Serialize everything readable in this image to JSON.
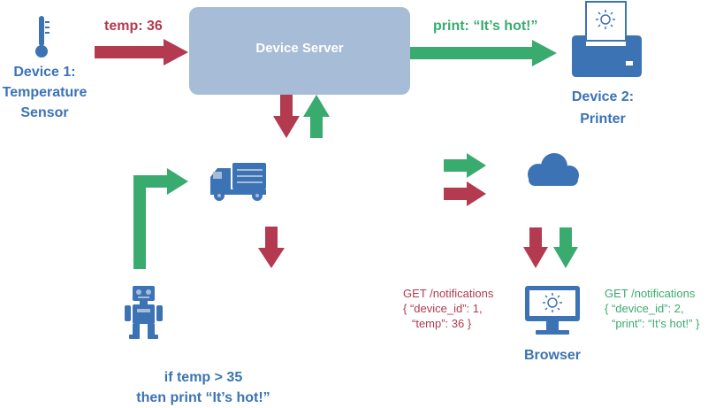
{
  "colors": {
    "red": "#b33a4f",
    "green": "#3aab6e",
    "blue": "#3b73b5",
    "box": "#a7bcd6"
  },
  "device1": {
    "icon": "thermometer-icon",
    "label_line1": "Device 1:",
    "label_line2": "Temperature",
    "label_line3": "Sensor"
  },
  "device_server": {
    "title": "Device Server"
  },
  "edge_temp": "temp: 36",
  "edge_print": "print: “It’s hot!”",
  "device2": {
    "icon": "printer-icon",
    "label_line1": "Device 2:",
    "label_line2": "Printer"
  },
  "message_bus": {
    "icon": "truck-icon",
    "title": "Message Bus",
    "subtitle": "Delivers notifications"
  },
  "rest": {
    "icon": "cloud-icon",
    "title": "REST"
  },
  "automaton": {
    "icon": "robot-icon",
    "title": "Automaton",
    "subtitle": "Python Scripts"
  },
  "automaton_rule": {
    "line1": "if temp > 35",
    "line2": "then print “It’s hot!”"
  },
  "browser": {
    "icon": "monitor-icon",
    "label": "Browser"
  },
  "request_left": {
    "line1": "GET /notifications",
    "line2": "{ “device_id”: 1,",
    "line3": "“temp”: 36 }"
  },
  "request_right": {
    "line1": "GET /notifications",
    "line2": "{ “device_id”: 2,",
    "line3": "“print”: “It’s hot!” }"
  }
}
